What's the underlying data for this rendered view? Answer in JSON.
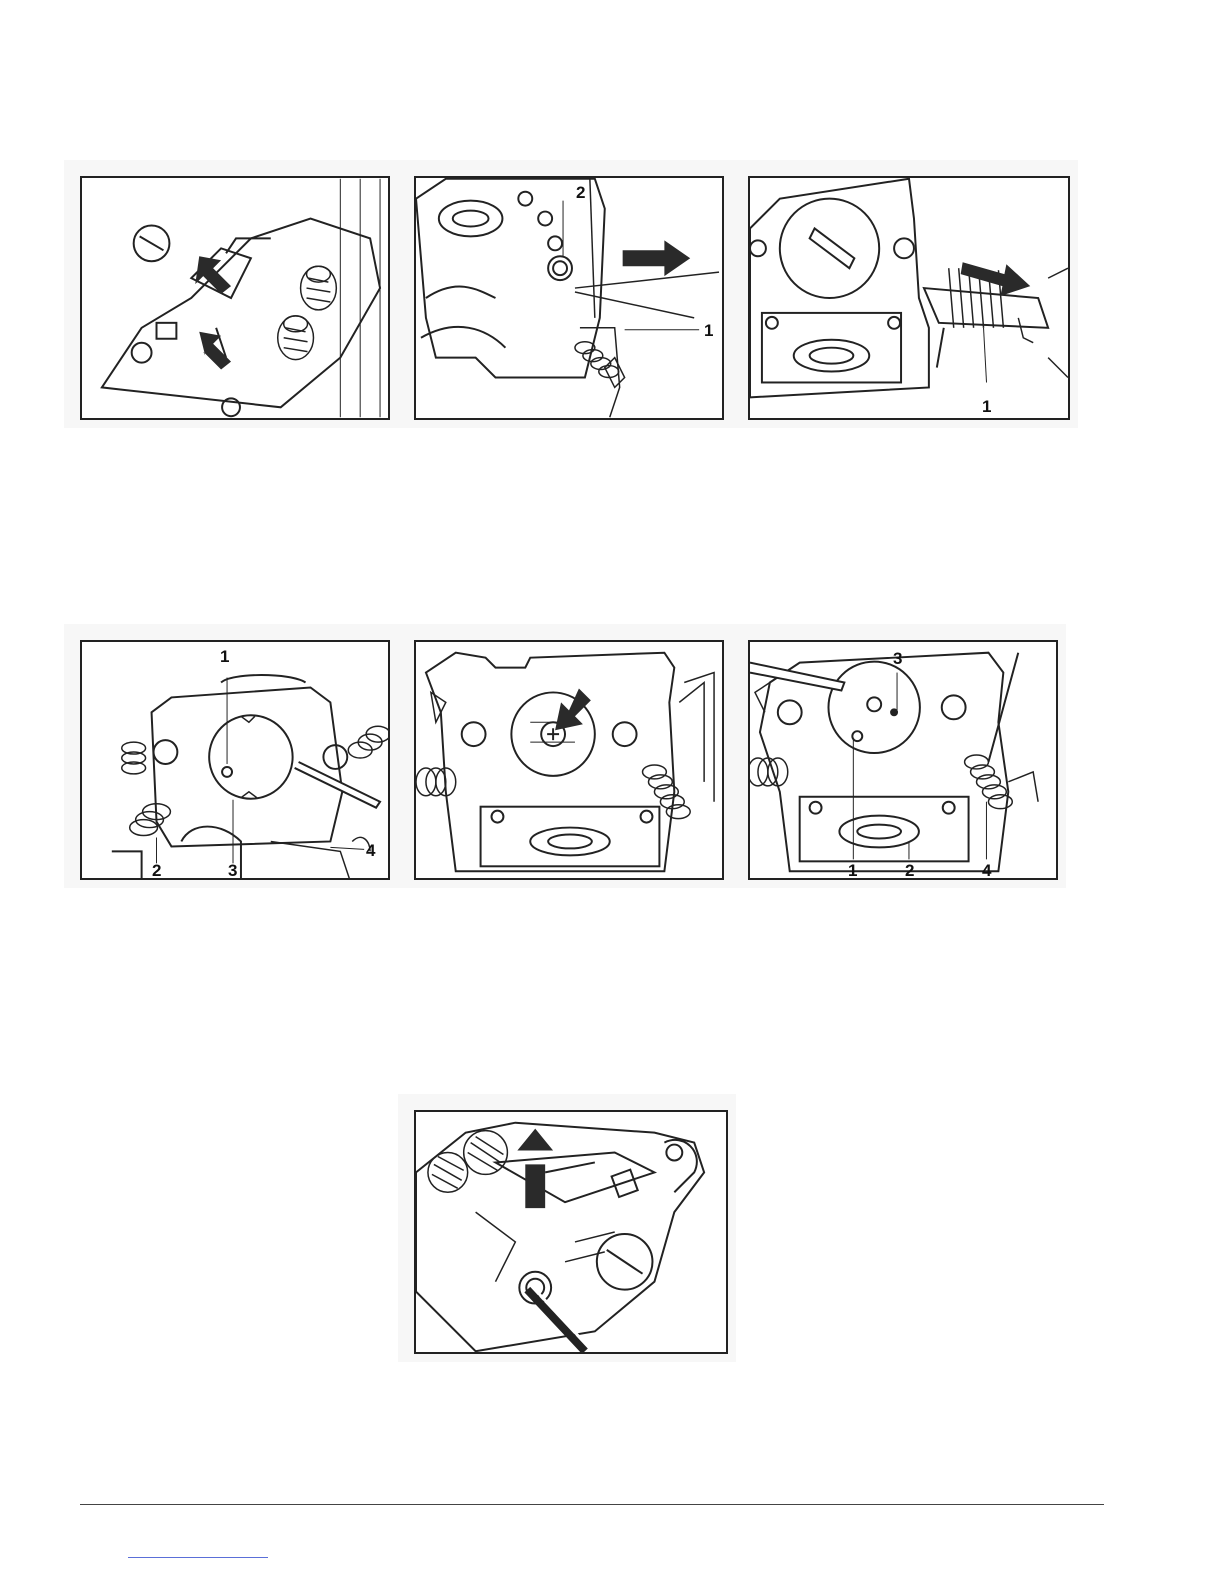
{
  "figures": [
    {
      "id": "fig-a",
      "callouts": []
    },
    {
      "id": "fig-b",
      "callouts": [
        "2",
        "1"
      ]
    },
    {
      "id": "fig-c",
      "callouts": [
        "1"
      ]
    },
    {
      "id": "fig-d",
      "callouts": [
        "1",
        "2",
        "3",
        "4"
      ]
    },
    {
      "id": "fig-e",
      "callouts": []
    },
    {
      "id": "fig-f",
      "callouts": [
        "3",
        "1",
        "2",
        "4"
      ]
    },
    {
      "id": "fig-g",
      "callouts": []
    }
  ],
  "colors": {
    "line": "#222222",
    "arrow": "#2a2a2a",
    "panel": "#f7f7f7",
    "link": "#5a6fd8"
  }
}
